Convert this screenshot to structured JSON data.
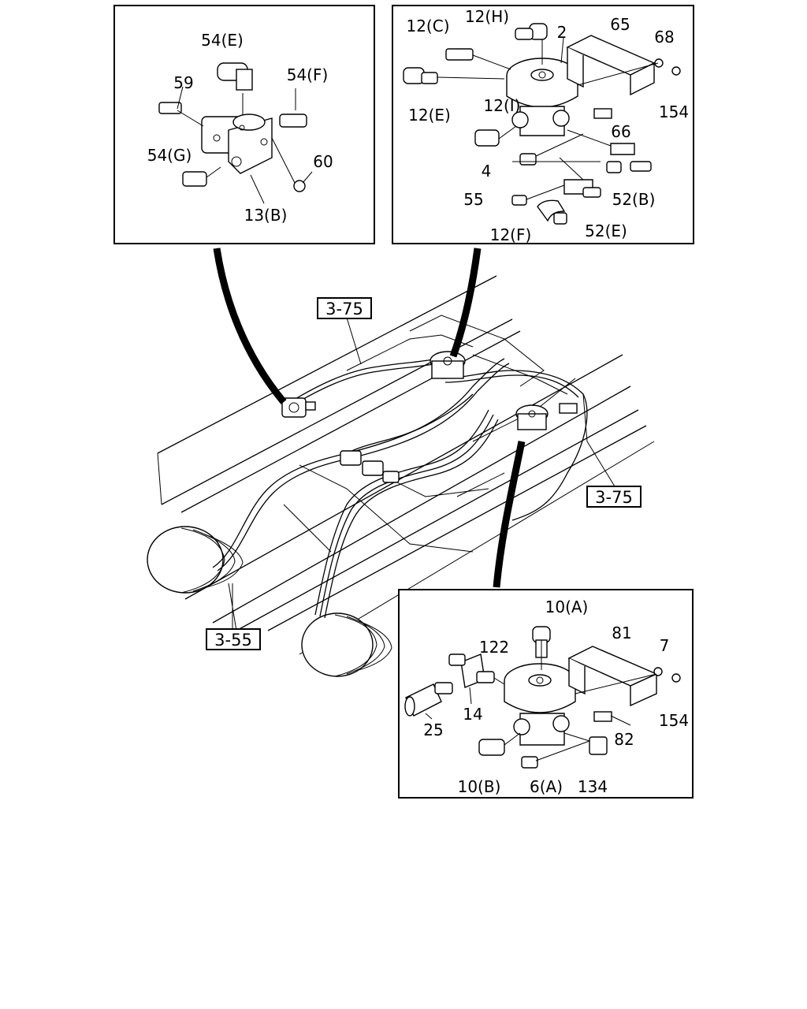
{
  "panels": {
    "top_left": {
      "labels": [
        "54(E)",
        "59",
        "54(F)",
        "54(G)",
        "60",
        "13(B)"
      ]
    },
    "top_right": {
      "labels": [
        "12(C)",
        "12(H)",
        "2",
        "65",
        "68",
        "12(E)",
        "12(I)",
        "154",
        "66",
        "4",
        "52(B)",
        "55",
        "52(E)",
        "12(F)"
      ]
    },
    "bottom_right": {
      "labels": [
        "10(A)",
        "122",
        "81",
        "7",
        "25",
        "14",
        "154",
        "82",
        "10(B)",
        "6(A)",
        "134"
      ]
    }
  },
  "refs": [
    "3-75",
    "3-75",
    "3-55"
  ]
}
